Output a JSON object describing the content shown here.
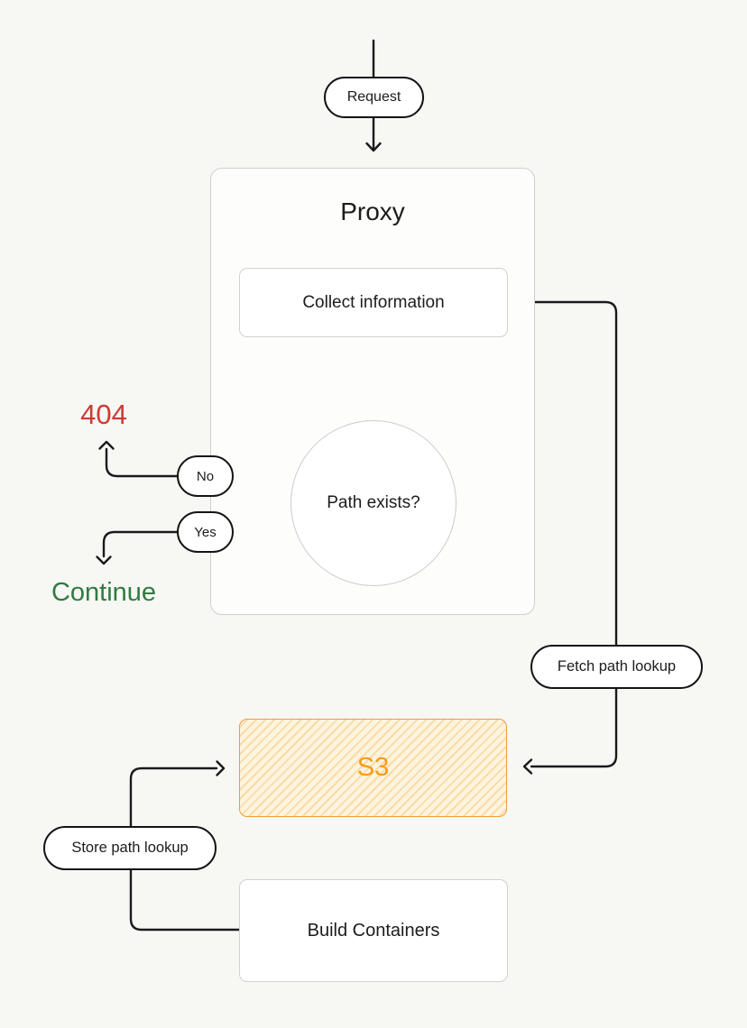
{
  "nodes": {
    "request": {
      "label": "Request"
    },
    "proxy": {
      "label": "Proxy"
    },
    "collect_information": {
      "label": "Collect information"
    },
    "path_exists": {
      "label": "Path exists?"
    },
    "no": {
      "label": "No"
    },
    "yes": {
      "label": "Yes"
    },
    "error_404": {
      "label": "404",
      "color": "#cc3b31"
    },
    "continue": {
      "label": "Continue",
      "color": "#2f7c3f"
    },
    "fetch_path_lookup": {
      "label": "Fetch path lookup"
    },
    "s3": {
      "label": "S3",
      "text_color": "#f79b1c",
      "border_color": "#f09d35",
      "fill_color": "#fdf4df",
      "hatch_color": "#f8dca6"
    },
    "store_path_lookup": {
      "label": "Store path lookup"
    },
    "build_containers": {
      "label": "Build Containers"
    }
  },
  "colors": {
    "background": "#f7f7f4",
    "connector": "#1a1a1a",
    "box_border": "#d2d2ce",
    "node_background": "#ffffff"
  }
}
